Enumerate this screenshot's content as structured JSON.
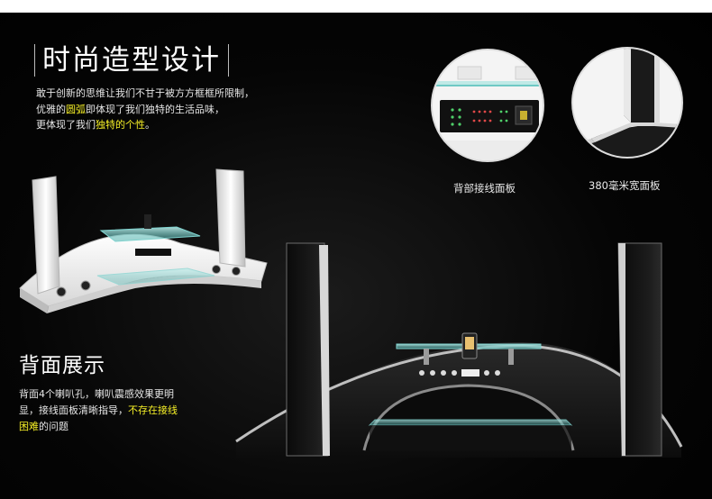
{
  "headline": "时尚造型设计",
  "intro": {
    "line1": "敢于创新的思维让我们不甘于被方方框框所限制，",
    "line2_pre": "优雅的",
    "line2_hl": "圆弧",
    "line2_post": "即体现了我们独特的生活品味，",
    "line3_pre": "更体现了我们",
    "line3_hl": "独特的个性",
    "line3_post": "。"
  },
  "captions": {
    "back_panel": "背部接线面板",
    "wide_panel": "380毫米宽面板"
  },
  "back_section": {
    "title": "背面展示",
    "line1": "背面4个喇叭孔，喇叭震感效果更明",
    "line2_pre": "显，接线面板清晰指导，",
    "line2_hl": "不存在接线",
    "line3_hl": "困难",
    "line3_post": "的问题"
  },
  "colors": {
    "highlight": "#f5ef27",
    "background": "#000000",
    "text": "#e6e6e6"
  }
}
